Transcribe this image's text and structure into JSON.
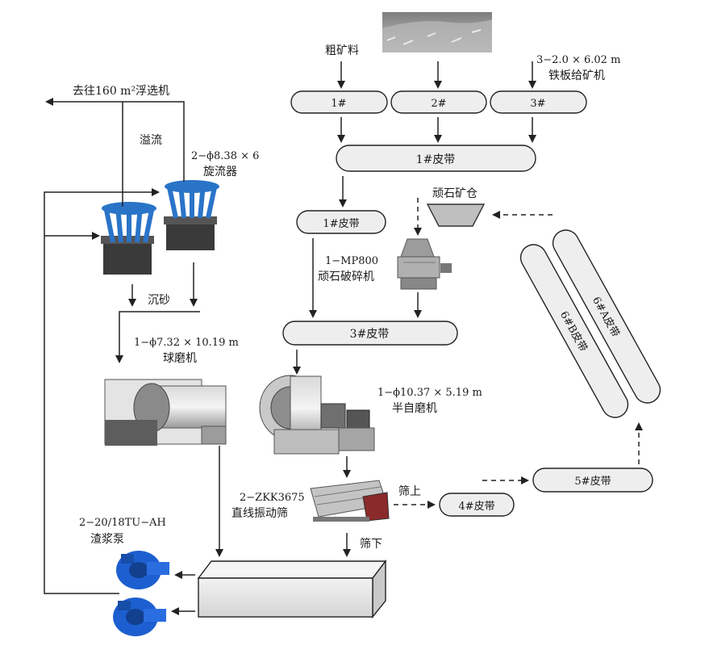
{
  "labels": {
    "raw_ore": "粗矿料",
    "feeder_line1": "3−2.0 × 6.02 m",
    "feeder_line2": "铁板给矿机",
    "to_flotation": "去往160 m²浮选机",
    "overflow": "溢流",
    "cyclone_line1": "2−ϕ8.38 × 6",
    "cyclone_line2": "旋流器",
    "pebble_bin": "顽石矿仓",
    "crusher_line1": "1−MP800",
    "crusher_line2": "顽石破碎机",
    "underflow": "沉砂",
    "ballmill_line1": "1−ϕ7.32 × 10.19 m",
    "ballmill_line2": "球磨机",
    "sag_line1": "1−ϕ10.37 × 5.19 m",
    "sag_line2": "半自磨机",
    "oversize": "筛上",
    "screen_line1": "2−ZKK3675",
    "screen_line2": "直线振动筛",
    "undersize": "筛下",
    "pump_line1": "2−20/18TU−AH",
    "pump_line2": "渣浆泵"
  },
  "belts": {
    "feeder1": "1#",
    "feeder2": "2#",
    "feeder3": "3#",
    "belt1_main": "1#皮带",
    "belt1_small": "1#皮带",
    "belt3": "3#皮带",
    "belt4": "4#皮带",
    "belt5": "5#皮带",
    "belt6a": "6#A皮带",
    "belt6b": "6#B皮带"
  },
  "colors": {
    "pump_blue": "#1d5fd0",
    "cyclone_blue": "#2a74c8",
    "machine_gray": "#9aa0a6"
  }
}
